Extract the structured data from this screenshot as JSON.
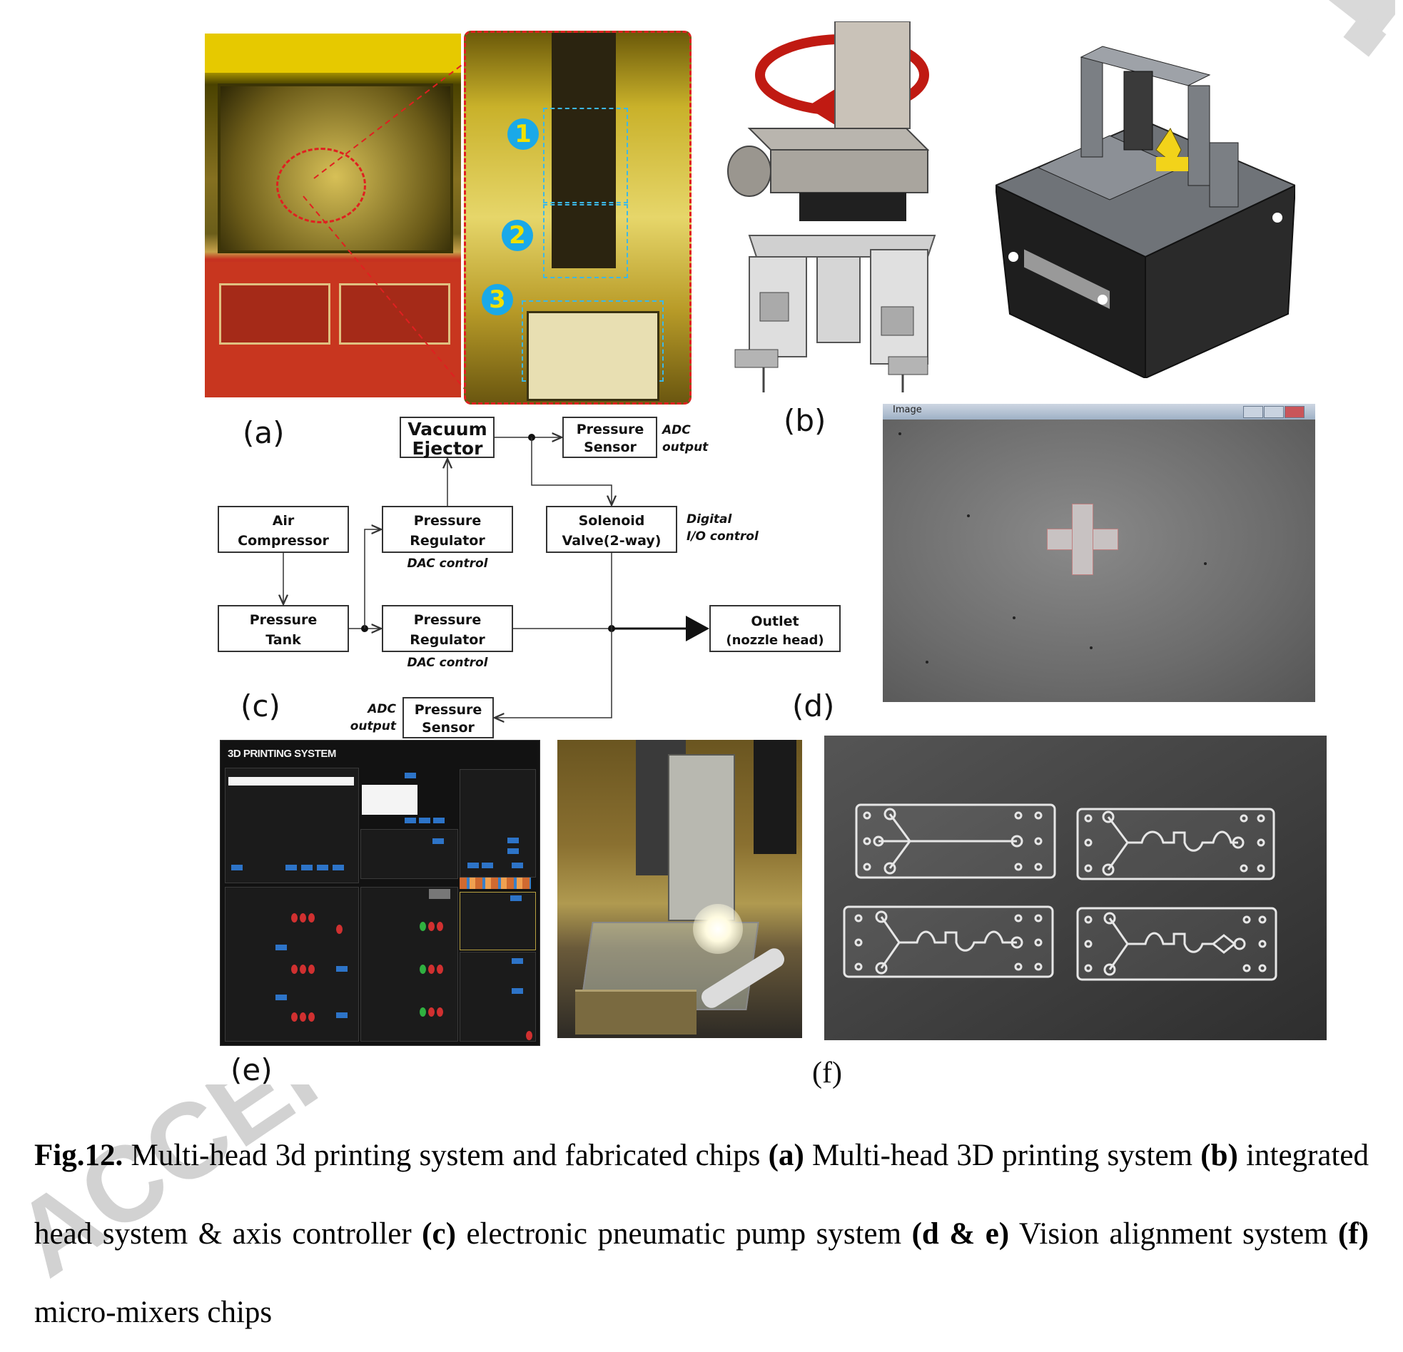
{
  "panels": {
    "a": "(a)",
    "b": "(b)",
    "c": "(c)",
    "d": "(d)",
    "e": "(e)",
    "f": "(f)"
  },
  "zoom_markers": [
    "1",
    "2",
    "3"
  ],
  "diagram": {
    "vacuum_ejector": [
      "Vacuum",
      "Ejector"
    ],
    "pressure_sensor_top": [
      "Pressure",
      "Sensor"
    ],
    "adc_output_top": [
      "ADC",
      "output"
    ],
    "air_compressor": [
      "Air",
      "Compressor"
    ],
    "pressure_regulator_top": [
      "Pressure",
      "Regulator"
    ],
    "dac_control_top": "DAC control",
    "solenoid_valve": [
      "Solenoid",
      "Valve(2-way)"
    ],
    "digital_io": [
      "Digital",
      "I/O control"
    ],
    "pressure_tank": [
      "Pressure",
      "Tank"
    ],
    "pressure_regulator_bottom": [
      "Pressure",
      "Regulator"
    ],
    "dac_control_bottom": "DAC control",
    "outlet": [
      "Outlet",
      "(nozzle head)"
    ],
    "adc_output_bottom": [
      "ADC",
      "output"
    ],
    "pressure_sensor_bottom": [
      "Pressure",
      "Sensor"
    ]
  },
  "vision_window": {
    "title": "Image"
  },
  "software": {
    "title": "3D PRINTING SYSTEM"
  },
  "caption": {
    "fig": "Fig.12.",
    "t1": " Multi-head 3d printing system and fabricated chips ",
    "a": "(a)",
    "t2": " Multi-head 3D printing system ",
    "b": "(b)",
    "t3": " integrated head system & axis controller ",
    "c": "(c)",
    "t4": " electronic pneumatic pump system ",
    "de": "(d & e)",
    "t5": " Vision alignment system ",
    "f": "(f)",
    "t6": " micro-mixers chips"
  },
  "watermark": "ACCEPTED"
}
